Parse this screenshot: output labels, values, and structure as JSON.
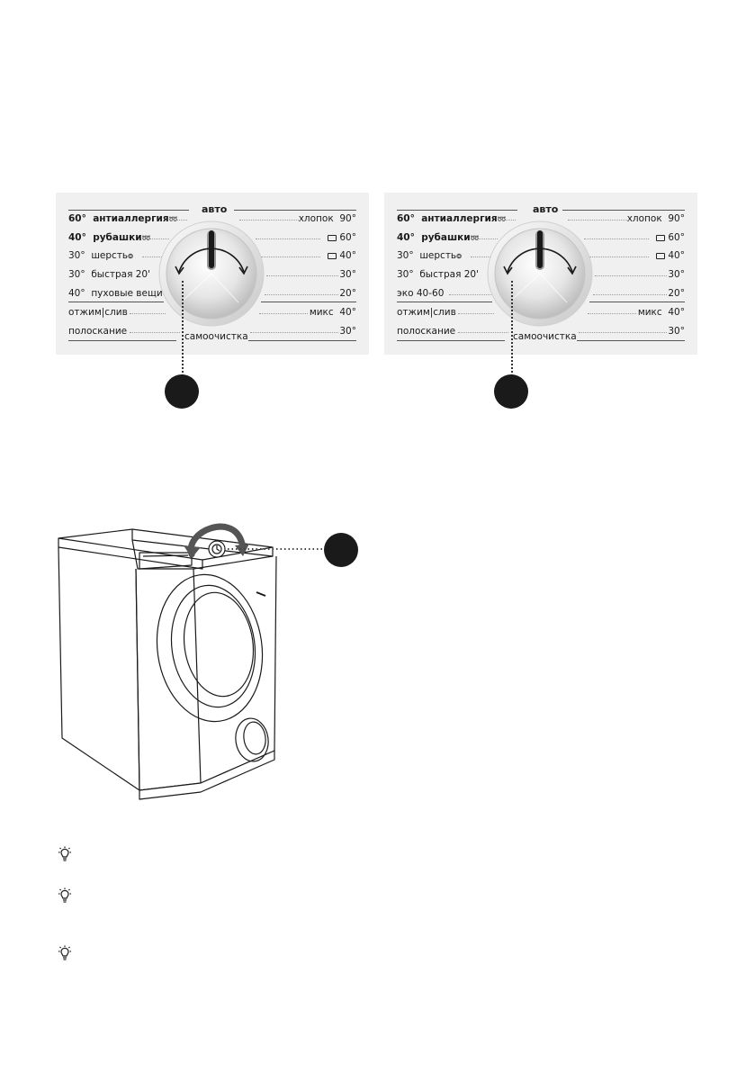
{
  "panel_left": {
    "auto": "авто",
    "left_rows": [
      {
        "temp": "60°",
        "name": "антиаллергия"
      },
      {
        "temp": "40°",
        "name": "рубашки"
      },
      {
        "temp": "30°",
        "name": "шерсть"
      },
      {
        "temp": "30°",
        "name": "быстрая 20'"
      },
      {
        "temp": "40°",
        "name": "пуховые вещи"
      },
      {
        "temp": "",
        "name": "отжим|слив"
      },
      {
        "temp": "",
        "name": "полоскание"
      }
    ],
    "right_rows": [
      {
        "name": "хлопок",
        "temp": "90°"
      },
      {
        "name": "",
        "temp": "60°"
      },
      {
        "name": "",
        "temp": "40°"
      },
      {
        "name": "",
        "temp": "30°"
      },
      {
        "name": "",
        "temp": "20°"
      },
      {
        "name": "микс",
        "temp": "40°"
      },
      {
        "name": "",
        "temp": "30°"
      }
    ],
    "self_clean": "самоочистка"
  },
  "panel_right": {
    "auto": "авто",
    "left_rows": [
      {
        "temp": "60°",
        "name": "антиаллергия"
      },
      {
        "temp": "40°",
        "name": "рубашки"
      },
      {
        "temp": "30°",
        "name": "шерсть"
      },
      {
        "temp": "30°",
        "name": "быстрая 20'"
      },
      {
        "temp": "",
        "name": "эко 40-60"
      },
      {
        "temp": "",
        "name": "отжим|слив"
      },
      {
        "temp": "",
        "name": "полоскание"
      }
    ],
    "right_rows": [
      {
        "name": "хлопок",
        "temp": "90°"
      },
      {
        "name": "",
        "temp": "60°"
      },
      {
        "name": "",
        "temp": "40°"
      },
      {
        "name": "",
        "temp": "30°"
      },
      {
        "name": "",
        "temp": "20°"
      },
      {
        "name": "микс",
        "temp": "40°"
      },
      {
        "name": "",
        "temp": "30°"
      }
    ],
    "self_clean": "самоочистка"
  },
  "icons": {
    "hint": "lightbulb-icon",
    "steam": "steam-icon",
    "wool": "wool-icon",
    "short_cycle": "short-cycle-icon"
  },
  "colors": {
    "panel_bg": "#f0f0f0",
    "badge": "#1a1a1a"
  }
}
